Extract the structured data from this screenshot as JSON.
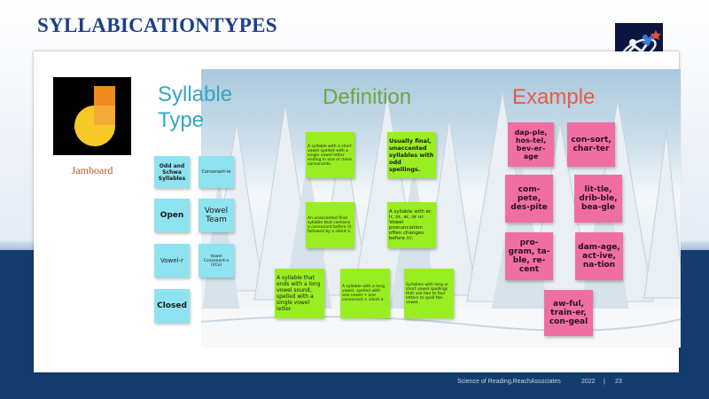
{
  "slide": {
    "title": "SYLLABICATIONTYPES"
  },
  "jamboard": {
    "label": "Jamboard"
  },
  "headers": {
    "type": "Syllable\nType",
    "definition": "Definition",
    "example": "Example"
  },
  "types": [
    "Odd and Schwa Syllables",
    "Consonant-le",
    "Open",
    "Vowel Team",
    "Vowel-r",
    "Vowel Consonant-e (VCe)",
    "Closed"
  ],
  "definitions": [
    "A syllable with a short vowel spelled with a single vowel letter ending in one or more consonants.",
    "Usually final, unaccented syllables with odd spellings.",
    "An unaccented final syllable that contains a consonant before /l/, followed by a silent e.",
    "A syllable with er, ir, or, ar, or ur. Vowel pronunciation often changes before /r/.",
    "A syllable that ends with a long vowel sound, spelled with a single vowel letter.",
    "A syllable with a long vowel, spelled with one vowel + one consonant + silent e.",
    "Syllables with long or short vowel spellings that use two to four letters to spell the vowel."
  ],
  "examples": [
    "dap-ple, hos-tel, bev-er-age",
    "con-sort, char-ter",
    "com-pete, des-pite",
    "lit-tle, drib-ble, bea-gle",
    "pro-gram, ta-ble, re-cent",
    "dam-age, act-ive, na-tion",
    "aw-ful, train-er, con-geal"
  ],
  "footer": {
    "org": "Science of Reading,ReachAssociates",
    "year": "2022",
    "sep": "|",
    "page": "23"
  },
  "colors": {
    "title": "#1d3f86",
    "band": "#143d6e",
    "type_note": "#8fe3f0",
    "def_note": "#99ee22",
    "ex_note": "#f06fa3"
  }
}
